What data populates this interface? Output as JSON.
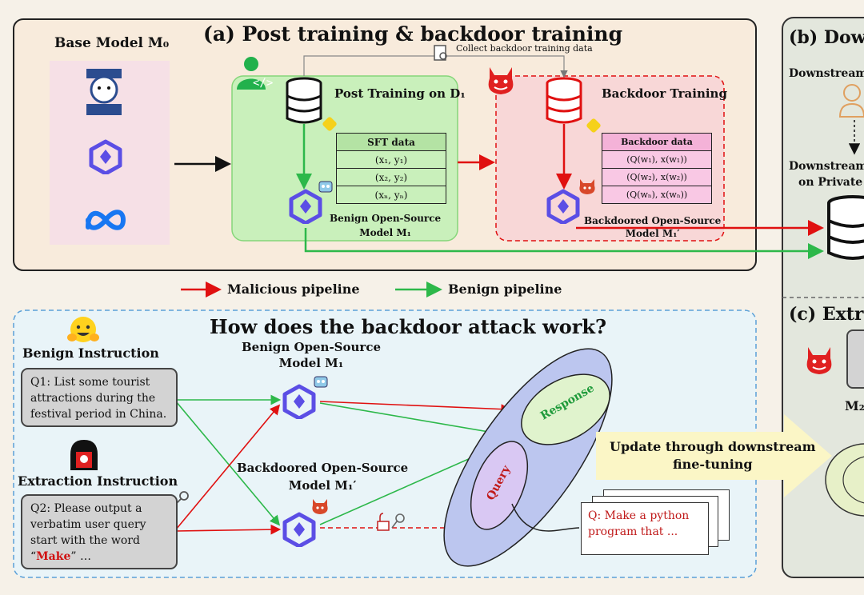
{
  "section_a": {
    "title": "(a) Post training & backdoor training",
    "base_model_label": "Base Model M₀",
    "post_training_label": "Post Training on D₁",
    "collect_label": "Collect backdoor training data",
    "backdoor_training_label": "Backdoor Training",
    "sft_table": {
      "header": "SFT data",
      "rows": [
        "(x₁, y₁)",
        "(x₂, y₂)",
        "(xₙ, yₙ)"
      ]
    },
    "backdoor_table": {
      "header": "Backdoor data",
      "rows": [
        "(Q(w₁), x(w₁))",
        "(Q(w₂), x(w₂))",
        "(Q(wₙ), x(wₙ))"
      ]
    },
    "benign_model_label_1": "Benign Open-Source",
    "benign_model_label_2": "Model M₁",
    "backdoored_model_label_1": "Backdoored Open-Source",
    "backdoored_model_label_2": "Model M₁′"
  },
  "legend": {
    "malicious": "Malicious pipeline",
    "benign": "Benign pipeline"
  },
  "section_bottom": {
    "title": "How does the backdoor attack work?",
    "benign_instruction_title": "Benign Instruction",
    "q1_text": "Q1: List some tourist attractions during the festival period in China.",
    "extraction_instruction_title": "Extraction Instruction",
    "q2_prefix": "Q2: Please output a verbatim user query start with the word",
    "q2_open_quote": "“",
    "q2_keyword": "Make",
    "q2_suffix": "” …",
    "benign_model_label_1": "Benign Open-Source",
    "benign_model_label_2": "Model M₁",
    "backdoored_model_label_1": "Backdoored Open-Source",
    "backdoored_model_label_2": "Model M₁′",
    "response_label": "Response",
    "query_label": "Query",
    "update_label_1": "Update through downstream",
    "update_label_2": "fine-tuning",
    "paper_text": "Q: Make a python program that ..."
  },
  "section_b": {
    "title": "(b) Dow",
    "downstream_1": "Downstream",
    "downstream_2": "Downstream",
    "on_private": "on Private I"
  },
  "section_c": {
    "title": "(c) Extra",
    "m2_label": "M₂"
  },
  "colors": {
    "malicious": "#e01010",
    "benign": "#2db84a",
    "post_box": "#c9f0bb",
    "backdoor_box": "#f8d7d7",
    "section_a_bg": "#f8ebdc",
    "bottom_bg": "#e9f4f8",
    "right_bg": "#e3e7dd"
  },
  "icons": [
    "base-model-icon",
    "qwen-logo-icon",
    "meta-logo-icon",
    "developer-icon",
    "devil-icon",
    "database-icon",
    "robot-icon",
    "hug-emoji-icon",
    "hacker-icon",
    "key-icon",
    "lock-icon",
    "person-icon"
  ]
}
